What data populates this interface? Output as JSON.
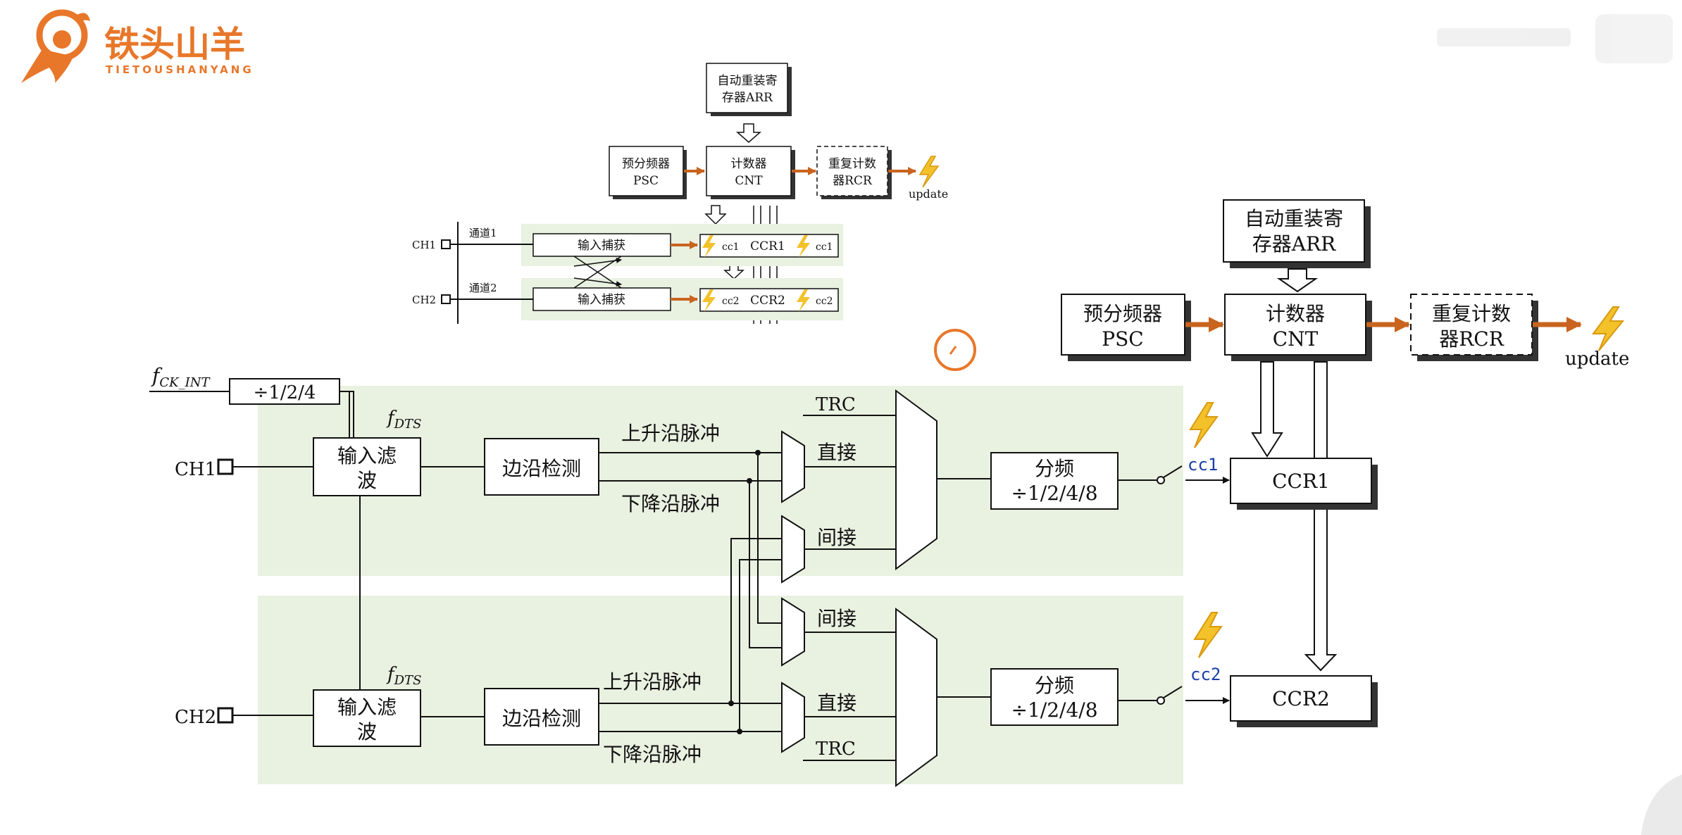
{
  "logo": {
    "title": "铁头山羊",
    "subtitle": "TIETOUSHANYANG"
  },
  "small_diagram": {
    "arr": [
      "自动重装寄",
      "存器ARR"
    ],
    "psc": [
      "预分频器",
      "PSC"
    ],
    "cnt": [
      "计数器",
      "CNT"
    ],
    "rcr": [
      "重复计数",
      "器RCR"
    ],
    "update": "update",
    "ch1": "CH1",
    "ch2": "CH2",
    "chan1": "通道1",
    "chan2": "通道2",
    "capture": "输入捕获",
    "cc1": "cc1",
    "cc2": "cc2",
    "ccr1": "CCR1",
    "ccr2": "CCR2"
  },
  "large_diagram": {
    "arr": [
      "自动重装寄",
      "存器ARR"
    ],
    "psc": [
      "预分频器",
      "PSC"
    ],
    "cnt": [
      "计数器",
      "CNT"
    ],
    "rcr": [
      "重复计数",
      "器RCR"
    ],
    "update": "update",
    "ccr1": "CCR1",
    "ccr2": "CCR2",
    "cc1": "cc1",
    "cc2": "cc2"
  },
  "capture_diagram": {
    "fck": "f",
    "fck_sub": "CK_INT",
    "div": "÷1/2/4",
    "fdts": "f",
    "fdts_sub": "DTS",
    "ch1": "CH1",
    "ch2": "CH2",
    "filter": [
      "输入滤",
      "波"
    ],
    "edge": "边沿检测",
    "rising": "上升沿脉冲",
    "falling": "下降沿脉冲",
    "trc": "TRC",
    "direct": "直接",
    "indirect": "间接",
    "prescaler": [
      "分频",
      "÷1/2/4/8"
    ]
  },
  "colors": {
    "accent_orange": "#e8772a",
    "arrow_brown": "#c8641e",
    "bolt_yellow": "#f3c12a",
    "band_green": "#e9f1e1",
    "cc_blue": "#1a3fa8"
  }
}
